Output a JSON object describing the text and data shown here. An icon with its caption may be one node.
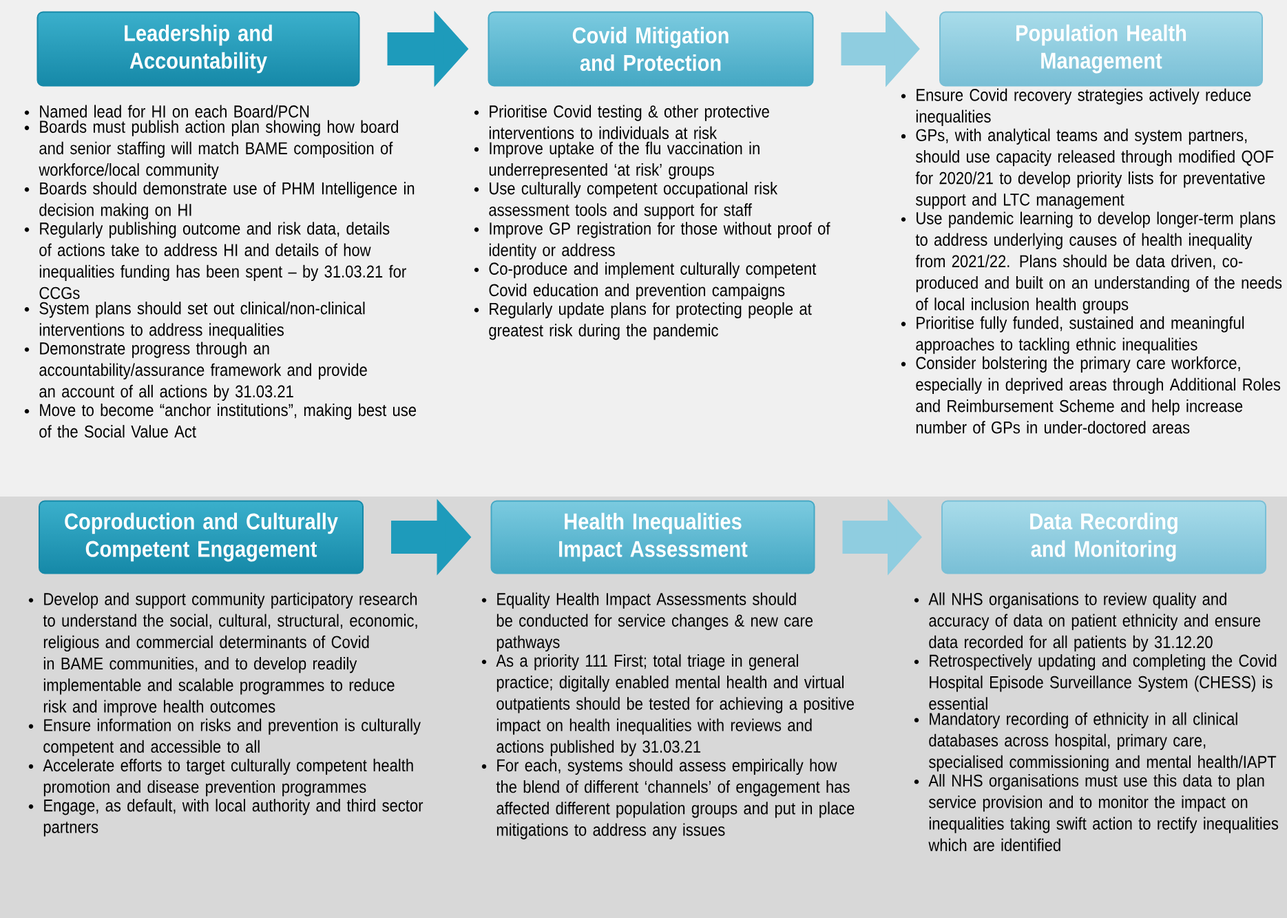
{
  "diagram": {
    "nodes": [
      {
        "text": [
          "Leadership and Accountability"
        ],
        "beside": [
          "Named lead for HI on each Board/PCN",
          "Boards must publish action plan showing how board and senior staffing will match BAME composition of workforce/local community",
          "Boards should demonstrate use of PHM Intelligence in decision making on HI",
          "Regularly publishing outcome and risk data, details of actions take to address HI and details of how inequalities funding has been spent – by 31.03.21 for CCGs",
          "System plans should set out clinical/non-clinical interventions to address inequalities",
          "Demonstrate progress through an accountability/assurance framework and provide an account of all actions by 31.03.21",
          "Move to become “anchor institutions”, making best use of the Social Value Act"
        ]
      },
      {
        "text": [
          "Covid Mitigation and Protection"
        ],
        "beside": [
          "Prioritise Covid testing & other protective interventions to individuals at risk",
          "Improve uptake of the flu vaccination in underrepresented ‘at risk’ groups",
          "Use culturally competent occupational risk assessment tools and support for staff",
          "Improve GP registration for those without proof of identity or address",
          "Co-produce and implement culturally competent Covid education and prevention campaigns",
          "Regularly update plans for protecting people at greatest risk during the pandemic"
        ]
      },
      {
        "text": [
          "Population Health Management"
        ],
        "beside": [
          "Ensure Covid recovery strategies actively reduce inequalities",
          "GPs, with analytical teams and system partners, should use capacity released through modified QOF for 2020/21 to develop priority lists for preventative support and LTC management",
          "Use pandemic learning to develop longer-term plans to address underlying causes of health inequality from 2021/22.  Plans should be data driven, co-produced and built on an understanding of the needs of local inclusion health groups",
          "Prioritise fully funded, sustained and meaningful approaches to tackling ethnic inequalities",
          "Consider bolstering the primary care workforce, especially in deprived areas through Additional Roles and Reimbursement Scheme and help increase number of GPs in under-doctored areas"
        ]
      },
      {
        "text": [
          "Coproduction and Culturally Competent Engagement"
        ],
        "beside": [
          "Develop and support community participatory research to understand the social, cultural, structural, economic, religious and commercial determinants of Covid in BAME communities, and to develop readily implementable and scalable programmes to reduce risk and improve health outcomes",
          "Ensure information on risks and prevention is culturally competent and accessible to all",
          "Accelerate efforts to target culturally competent health promotion and disease prevention programmes",
          "Engage, as default, with local authority and third sector partners"
        ]
      },
      {
        "text": [
          "Health Inequalities Impact Assessment"
        ],
        "beside": [
          "Equality Health Impact Assessments should be conducted for service changes & new care pathways",
          "As a priority 111 First; total triage in general practice; digitally enabled mental health and virtual outpatients should be tested for achieving a positive impact on health inequalities with reviews and actions published by 31.03.21",
          "For each, systems should assess empirically how the blend of different ‘channels’ of engagement has affected different population groups and put in place mitigations to address any issues"
        ]
      },
      {
        "text": [
          "Data Recording and Monitoring"
        ],
        "beside": [
          "All NHS organisations to review quality and accuracy of data on patient ethnicity and ensure data recorded for all patients by 31.12.20",
          "Retrospectively updating and completing the Covid Hospital Episode Surveillance System (CHESS) is essential",
          "Mandatory recording of ethnicity in all clinical databases across hospital, primary care, specialised commissioning and mental health/IAPT",
          "All NHS organisations must use this data to plan service provision and to monitor the impact on inequalities taking swift action to rectify inequalities which are identified"
        ]
      }
    ],
    "edges": [
      {
        "from": 0,
        "to": 1,
        "arrow": "to",
        "color": "#1e9bbb"
      },
      {
        "from": 1,
        "to": 2,
        "arrow": "to",
        "color": "#8fcde0"
      },
      {
        "from": 3,
        "to": 4,
        "arrow": "to",
        "color": "#1e9bbb"
      },
      {
        "from": 4,
        "to": 5,
        "arrow": "to",
        "color": "#8fcde0"
      }
    ]
  }
}
